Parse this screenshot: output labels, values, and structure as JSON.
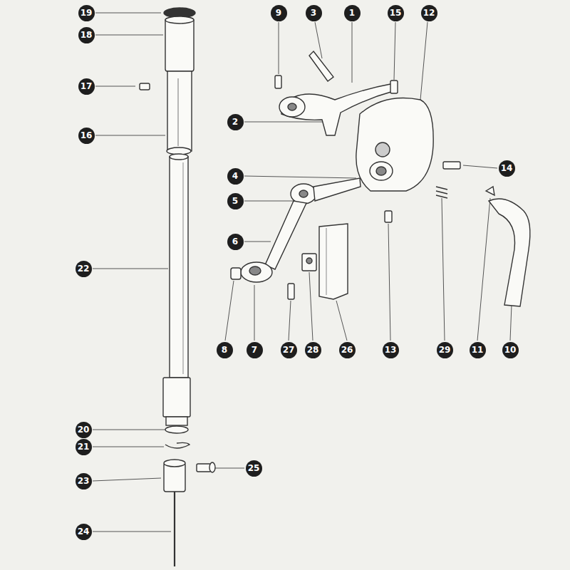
{
  "diagram": {
    "labels": [
      "19",
      "18",
      "17",
      "16",
      "22",
      "20",
      "21",
      "23",
      "24",
      "25",
      "9",
      "3",
      "1",
      "15",
      "12",
      "2",
      "4",
      "14",
      "5",
      "6",
      "8",
      "7",
      "27",
      "28",
      "26",
      "13",
      "29",
      "11",
      "10"
    ]
  }
}
